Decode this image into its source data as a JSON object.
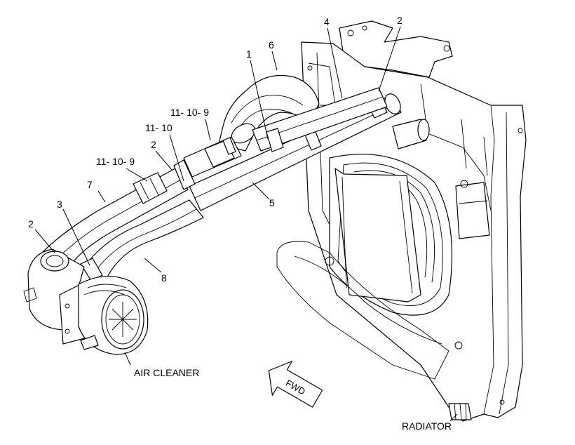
{
  "callouts": {
    "c1": "1",
    "c2_top": "2",
    "c2_mid": "2",
    "c2_left": "2",
    "c3": "3",
    "c4": "4",
    "c5": "5",
    "c6": "6",
    "c7": "7",
    "c8": "8",
    "c11_10_9_upper": "11- 10- 9",
    "c11_10": "11- 10",
    "c11_10_9_lower": "11- 10- 9"
  },
  "labels": {
    "air_cleaner": "AIR CLEANER",
    "radiator": "RADIATOR",
    "fwd": "FWD"
  },
  "icons": {
    "fwd_arrow": "forward-arrow-icon"
  }
}
